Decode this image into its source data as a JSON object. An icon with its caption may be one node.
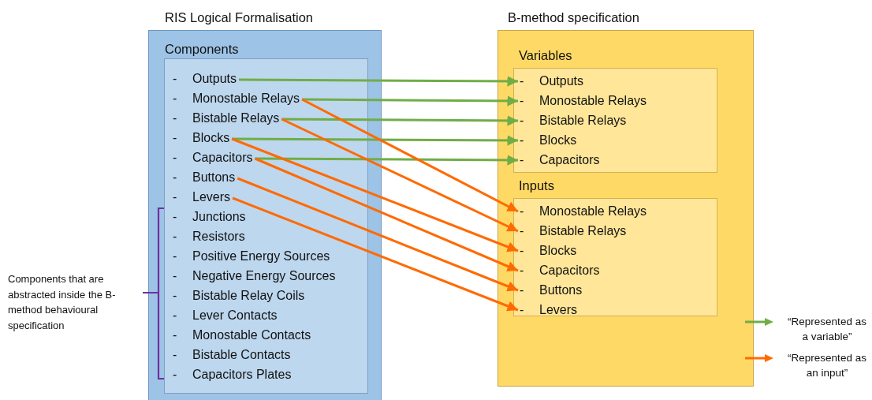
{
  "diagram": {
    "nodes": [
      {
        "text": [
          "RIS Logical Formalisation"
        ]
      },
      {
        "text": [
          "Components"
        ],
        "in": 0
      },
      {
        "text": [
          "-",
          "Outputs"
        ],
        "in": 1
      },
      {
        "text": [
          "-",
          "Monostable Relays"
        ],
        "in": 1
      },
      {
        "text": [
          "-",
          "Bistable Relays"
        ],
        "in": 1
      },
      {
        "text": [
          "-",
          "Blocks"
        ],
        "in": 1
      },
      {
        "text": [
          "-",
          "Capacitors"
        ],
        "in": 1
      },
      {
        "text": [
          "-",
          "Buttons"
        ],
        "in": 1
      },
      {
        "text": [
          "-",
          "Levers"
        ],
        "in": 1
      },
      {
        "text": [
          "-",
          "Junctions"
        ],
        "in": 1
      },
      {
        "text": [
          "-",
          "Resistors"
        ],
        "in": 1
      },
      {
        "text": [
          "-",
          "Positive Energy Sources"
        ],
        "in": 1
      },
      {
        "text": [
          "-",
          "Negative Energy Sources"
        ],
        "in": 1
      },
      {
        "text": [
          "-",
          "Bistable Relay Coils"
        ],
        "in": 1
      },
      {
        "text": [
          "-",
          "Lever Contacts"
        ],
        "in": 1
      },
      {
        "text": [
          "-",
          "Monostable Contacts"
        ],
        "in": 1
      },
      {
        "text": [
          "-",
          "Bistable Contacts"
        ],
        "in": 1
      },
      {
        "text": [
          "-",
          "Capacitors Plates"
        ],
        "in": 1
      },
      {
        "text": [
          "B-method specification"
        ]
      },
      {
        "text": [
          "Variables"
        ],
        "in": 18
      },
      {
        "text": [
          "-",
          "Outputs"
        ],
        "in": 19
      },
      {
        "text": [
          "-",
          "Monostable Relays"
        ],
        "in": 19
      },
      {
        "text": [
          "-",
          "Bistable Relays"
        ],
        "in": 19
      },
      {
        "text": [
          "-",
          "Blocks"
        ],
        "in": 19
      },
      {
        "text": [
          "-",
          "Capacitors"
        ],
        "in": 19
      },
      {
        "text": [
          "Inputs"
        ],
        "in": 18
      },
      {
        "text": [
          "-",
          "Monostable Relays"
        ],
        "in": 25
      },
      {
        "text": [
          "-",
          "Bistable Relays"
        ],
        "in": 25
      },
      {
        "text": [
          "-",
          "Blocks"
        ],
        "in": 25
      },
      {
        "text": [
          "-",
          "Capacitors"
        ],
        "in": 25
      },
      {
        "text": [
          "-",
          "Buttons"
        ],
        "in": 25
      },
      {
        "text": [
          "-",
          "Levers"
        ],
        "in": 25
      }
    ],
    "edges": [
      {
        "from": 2,
        "to": 20,
        "arrow": "to",
        "color": "#70ad47"
      },
      {
        "from": 3,
        "to": 21,
        "arrow": "to",
        "color": "#70ad47"
      },
      {
        "from": 4,
        "to": 22,
        "arrow": "to",
        "color": "#70ad47"
      },
      {
        "from": 5,
        "to": 23,
        "arrow": "to",
        "color": "#70ad47"
      },
      {
        "from": 6,
        "to": 24,
        "arrow": "to",
        "color": "#70ad47"
      },
      {
        "from": 3,
        "to": 26,
        "arrow": "to"
      },
      {
        "from": 4,
        "to": 27,
        "arrow": "to"
      },
      {
        "from": 5,
        "to": 28,
        "arrow": "to"
      },
      {
        "from": 6,
        "to": 29,
        "arrow": "to"
      },
      {
        "from": 7,
        "to": 30,
        "arrow": "to"
      },
      {
        "from": 8,
        "to": 31,
        "arrow": "to"
      }
    ],
    "labels": [
      "Components that are abstracted inside the B-method behavioural specification"
    ],
    "legend": [
      {
        "text": "“Represented as a variable”",
        "color": "#70ad47"
      },
      {
        "text": "“Represented as an input”",
        "color": "#ff6a00"
      }
    ]
  }
}
